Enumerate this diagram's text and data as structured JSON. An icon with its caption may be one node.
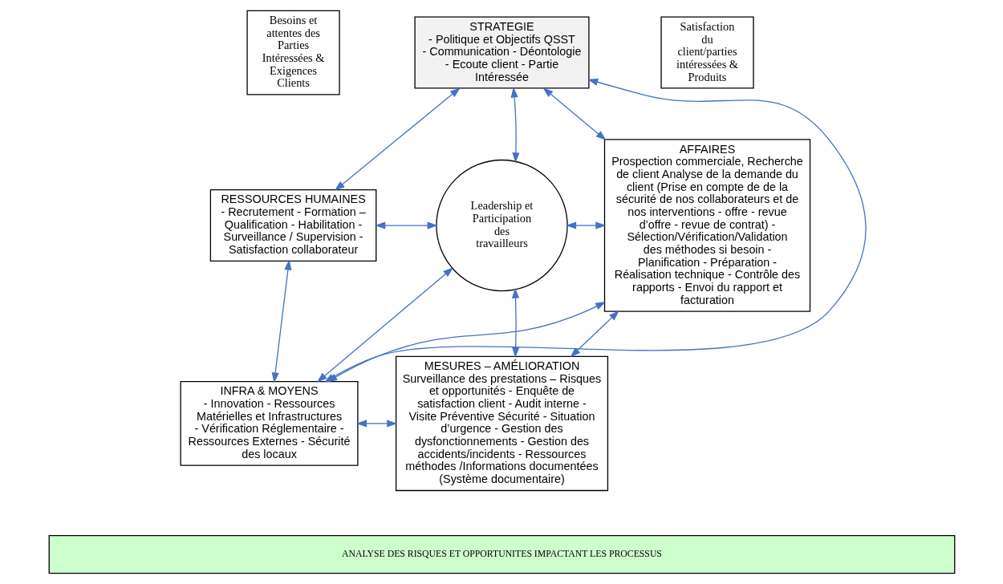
{
  "diagram": {
    "nodes": [
      {
        "text": [
          "Besoins et attentes des Parties Intéressées & Exigences Clients"
        ]
      },
      {
        "text": [
          "STRATEGIE",
          "- Politique et Objectifs QSST - Communication - Déontologie - Ecoute client - Partie Intéressée"
        ]
      },
      {
        "text": [
          "RESSOURCES HUMAINES",
          "- Recrutement - Formation – Qualification - Habilitation - Surveillance / Supervision - Satisfaction collaborateur"
        ]
      },
      {
        "text": [
          "Leadership et Participation des travailleurs"
        ]
      },
      {
        "text": [
          "AFFAIRES",
          "Prospection commerciale, Recherche de client Analyse de la demande du client (Prise en compte de de la sécurité de nos collaborateurs et de nos interventions - offre - revue d’offre - revue de contrat) - Sélection/Vérification/Validation des méthodes si besoin - Planification - Préparation - Réalisation technique - Contrôle des rapports - Envoi du rapport et facturation"
        ]
      },
      {
        "text": [
          "INFRA & MOYENS",
          "- Innovation - Ressources Matérielles et Infrastructures - Vérification Réglementaire - Ressources Externes - Sécurité des locaux"
        ]
      },
      {
        "text": [
          "MESURES – AMÉLIORATION",
          "Surveillance des prestations – Risques et opportunités - Enquête de satisfaction client - Audit interne - Visite Préventive Sécurité - Situation d’urgence - Gestion des dysfonctionnements - Gestion des accidents/incidents - Ressources méthodes /Informations documentées (Système documentaire)"
        ]
      },
      {
        "text": [
          "Satisfaction du client/parties intéressées & Produits"
        ]
      },
      {
        "text": [
          "ANALYSE DES RISQUES ET OPPORTUNITES IMPACTANT LES PROCESSUS"
        ]
      }
    ],
    "edges": [
      {
        "from": 5,
        "to": 1,
        "arrow": "both"
      },
      {
        "from": 1,
        "to": 2,
        "arrow": "both"
      },
      {
        "from": 1,
        "to": 4,
        "arrow": "both"
      },
      {
        "from": 1,
        "to": 3,
        "arrow": "both"
      },
      {
        "from": 2,
        "to": 3,
        "arrow": "both"
      },
      {
        "from": 2,
        "to": 5,
        "arrow": "both"
      },
      {
        "from": 3,
        "to": 5,
        "arrow": "both"
      },
      {
        "from": 3,
        "to": 4,
        "arrow": "both"
      },
      {
        "from": 3,
        "to": 6,
        "arrow": "both"
      },
      {
        "from": 5,
        "to": 6,
        "arrow": "both"
      },
      {
        "from": 6,
        "to": 4,
        "arrow": "both"
      },
      {
        "from": 5,
        "to": 4,
        "arrow": "both"
      }
    ]
  }
}
